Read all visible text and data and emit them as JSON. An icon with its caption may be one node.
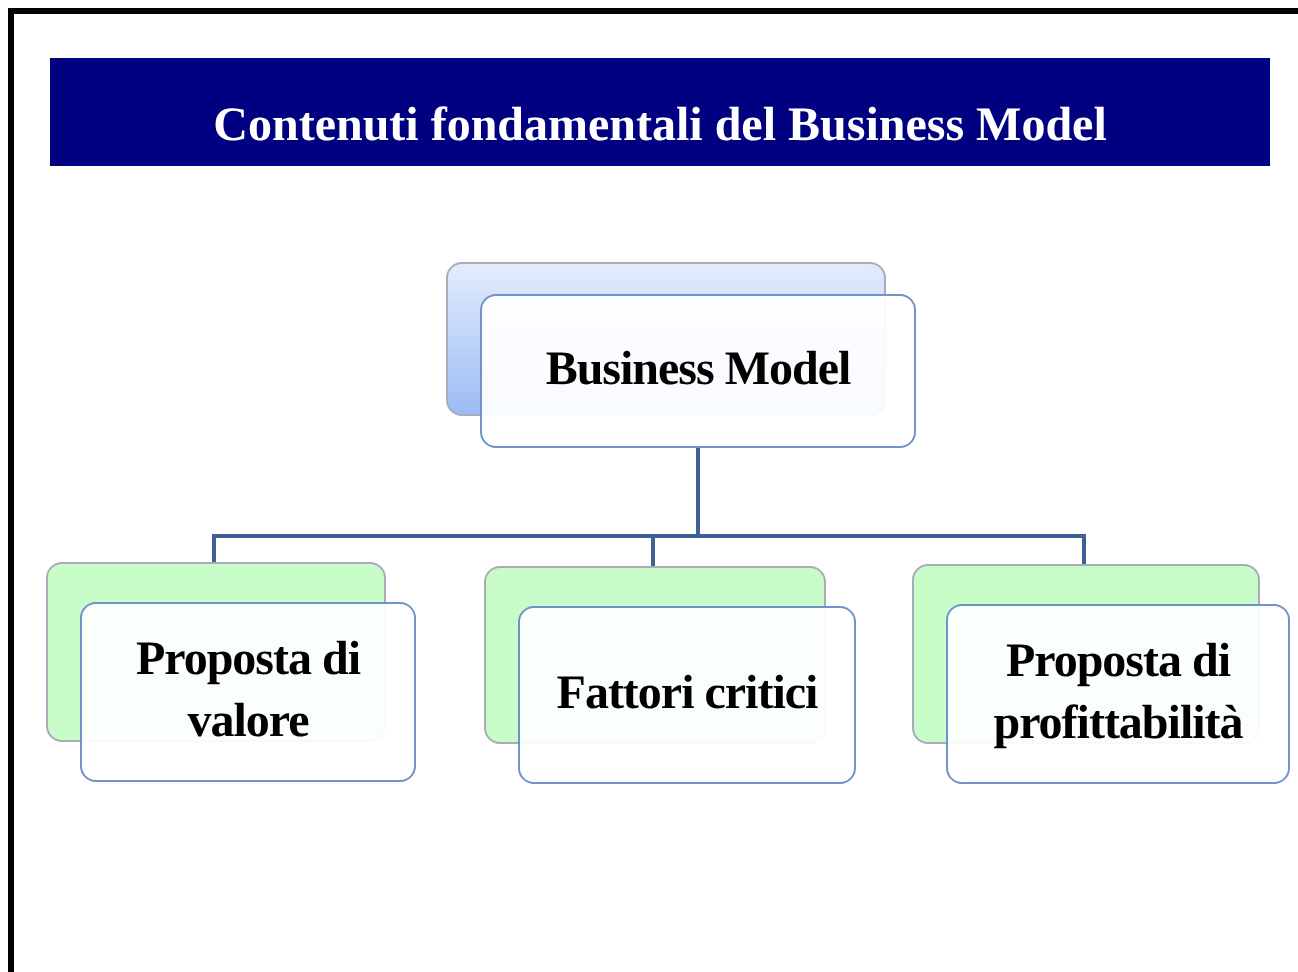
{
  "diagram": {
    "title": "Contenuti fondamentali del Business Model",
    "nodes": [
      {
        "text": [
          "Business Model"
        ]
      },
      {
        "text": [
          "Proposta di valore"
        ]
      },
      {
        "text": [
          "Fattori critici"
        ]
      },
      {
        "text": [
          "Proposta di profittabilità"
        ]
      }
    ],
    "edges": [
      {
        "from": 0,
        "to": 1,
        "arrow": "none"
      },
      {
        "from": 0,
        "to": 2,
        "arrow": "none"
      },
      {
        "from": 0,
        "to": 3,
        "arrow": "none"
      }
    ]
  }
}
